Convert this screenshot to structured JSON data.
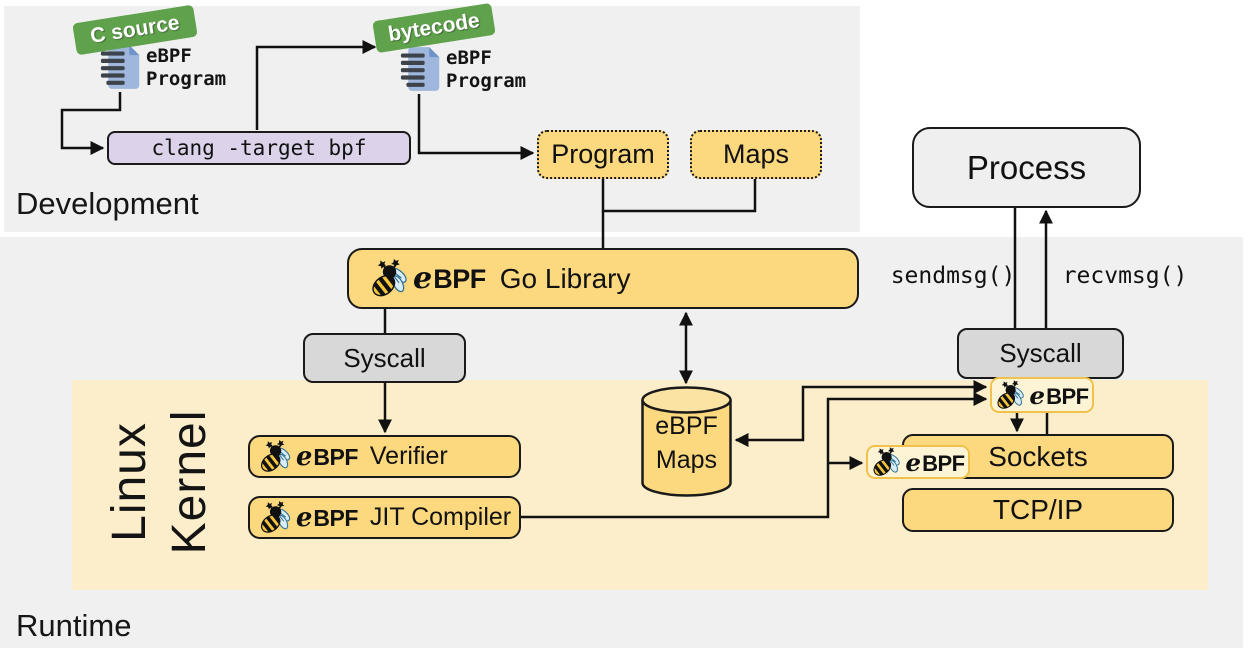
{
  "regions": {
    "development": {
      "label": "Development"
    },
    "runtime": {
      "label": "Runtime"
    },
    "kernel": {
      "label_line1": "Linux",
      "label_line2": "Kernel"
    }
  },
  "logo": {
    "e": "e",
    "bpf": "BPF"
  },
  "development": {
    "c_source_tag": "C source",
    "bytecode_tag": "bytecode",
    "source_doc": {
      "line1": "eBPF",
      "line2": "Program"
    },
    "bytecode_doc": {
      "line1": "eBPF",
      "line2": "Program"
    },
    "clang_box": "clang -target bpf",
    "program_box": "Program",
    "maps_box": "Maps"
  },
  "runtime": {
    "go_library": "Go Library",
    "process": "Process",
    "syscall_left": "Syscall",
    "syscall_right": "Syscall",
    "sendmsg": "sendmsg()",
    "recvmsg": "recvmsg()"
  },
  "kernel": {
    "verifier": "Verifier",
    "jit": "JIT Compiler",
    "maps_cylinder": {
      "line1": "eBPF",
      "line2": "Maps"
    },
    "sockets": "Sockets",
    "tcpip": "TCP/IP"
  },
  "colors": {
    "amber_box": "#FCD87F",
    "kernel_bg": "#FDEECB",
    "region_bg": "#F0F0F1",
    "clang_lavender": "#DCD3EA",
    "tag_green": "#5FA24B",
    "process_gray": "#EFEFEF",
    "syscall_gray": "#D8D8D8",
    "badge_bg": "#FDF4D6",
    "badge_border": "#F0C24B",
    "line_black": "#111111"
  }
}
